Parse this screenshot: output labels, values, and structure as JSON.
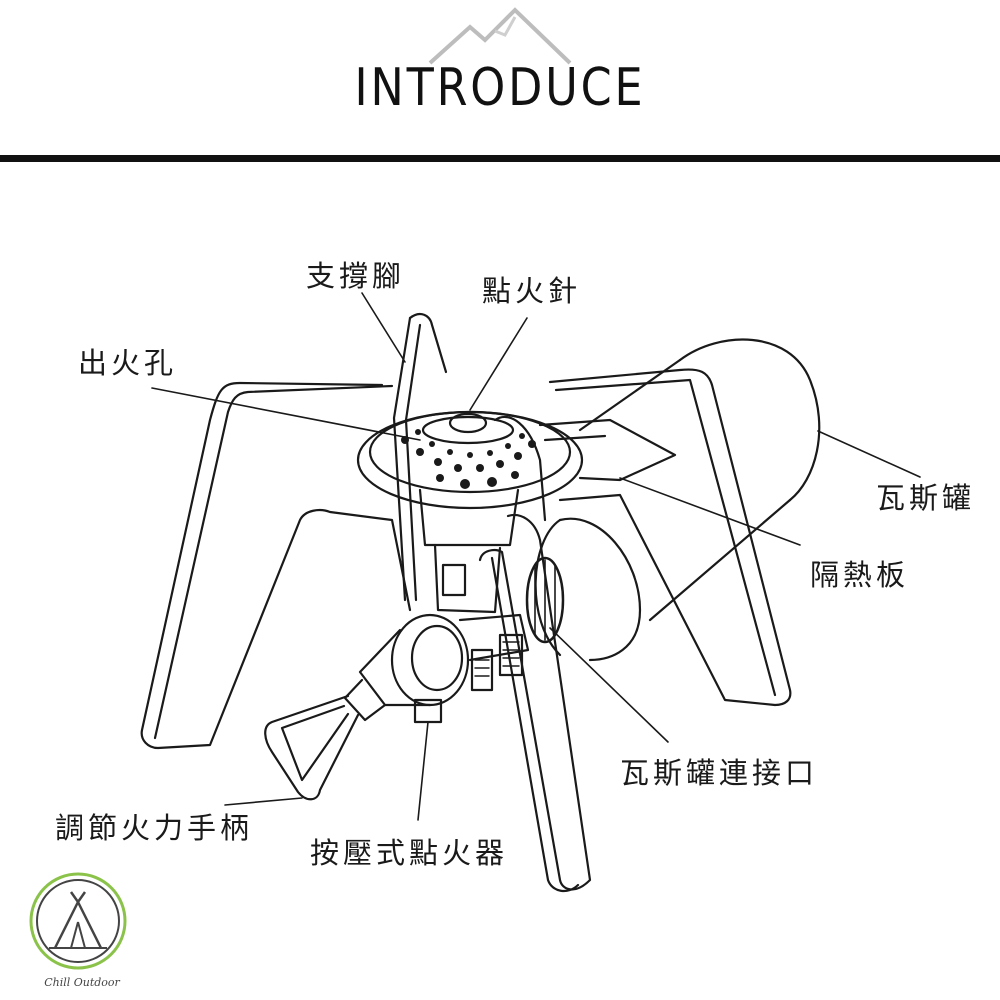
{
  "header": {
    "title": "INTRODUCE"
  },
  "labels": {
    "support_legs": "支撐腳",
    "igniter_needle": "點火針",
    "burner_holes": "出火孔",
    "gas_canister": "瓦斯罐",
    "heat_shield": "隔熱板",
    "canister_connector": "瓦斯罐連接口",
    "flame_adjust_handle": "調節火力手柄",
    "piezo_igniter": "按壓式點火器"
  },
  "logo": {
    "text": "Chill Outdoor",
    "accent_color": "#8bc34a"
  },
  "colors": {
    "line": "#1a1a1a",
    "rule": "#111111"
  }
}
